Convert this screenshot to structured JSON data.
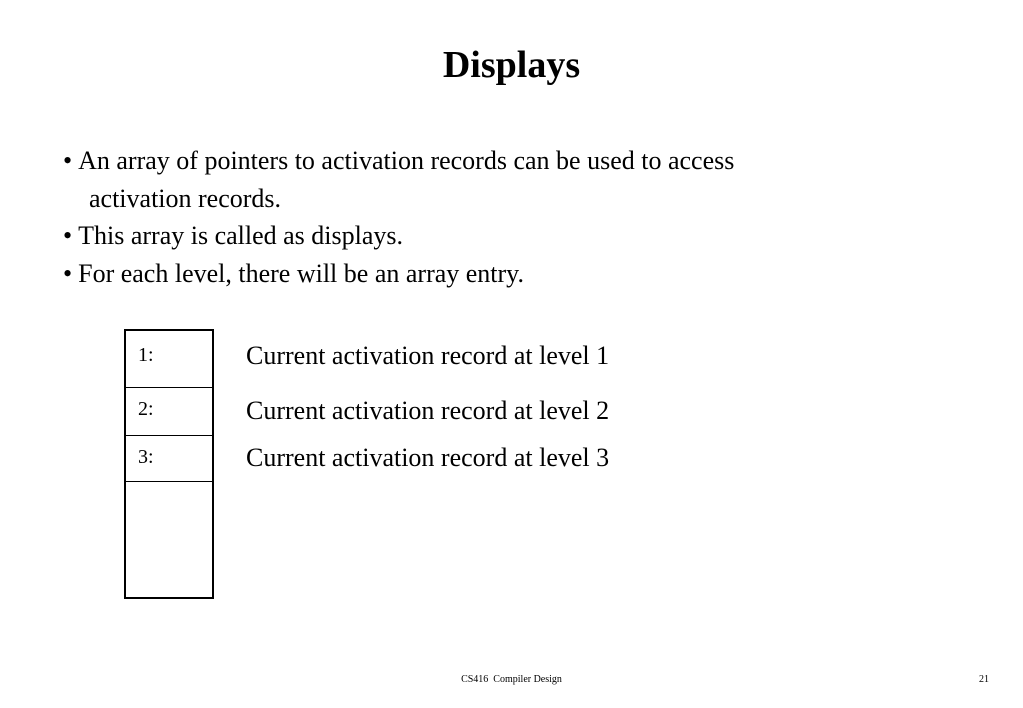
{
  "slide": {
    "title": "Displays",
    "bullets": [
      {
        "mark": "•",
        "text": "An array of pointers to activation records can be used to access",
        "continuation": "activation records."
      },
      {
        "mark": "•",
        "text": "This array is called as displays."
      },
      {
        "mark": "•",
        "text": "For each level, there will be an array entry."
      }
    ]
  },
  "display_array": {
    "cells": [
      "1:",
      "2:",
      "3:"
    ],
    "records": [
      "Current activation record at level 1",
      "Current activation record at level 2",
      "Current activation record at level 3"
    ]
  },
  "footer": {
    "course": "CS416  Compiler Design",
    "page_number": "21"
  }
}
